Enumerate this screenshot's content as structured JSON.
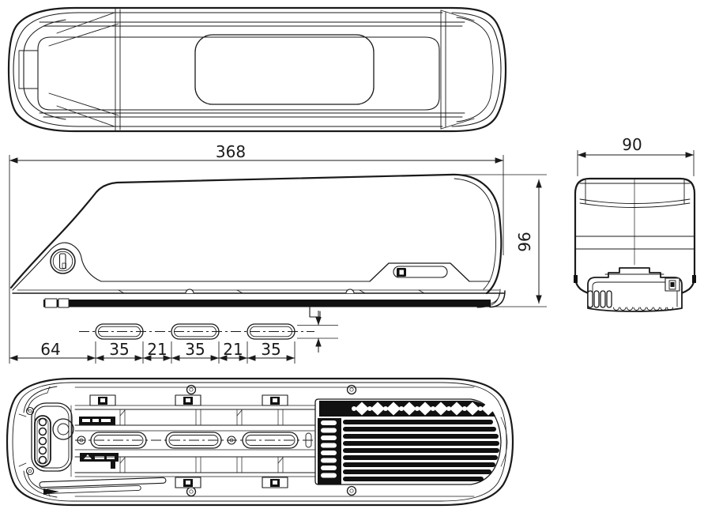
{
  "drawing": {
    "background_color": "#ffffff",
    "line_color": "#1a1a1a",
    "dark_fill_color": "#111111",
    "dimensions": {
      "overall_length": "368",
      "overall_height": "96",
      "overall_width": "90",
      "chain": [
        "64",
        "35",
        "21",
        "35",
        "21",
        "35"
      ]
    }
  }
}
